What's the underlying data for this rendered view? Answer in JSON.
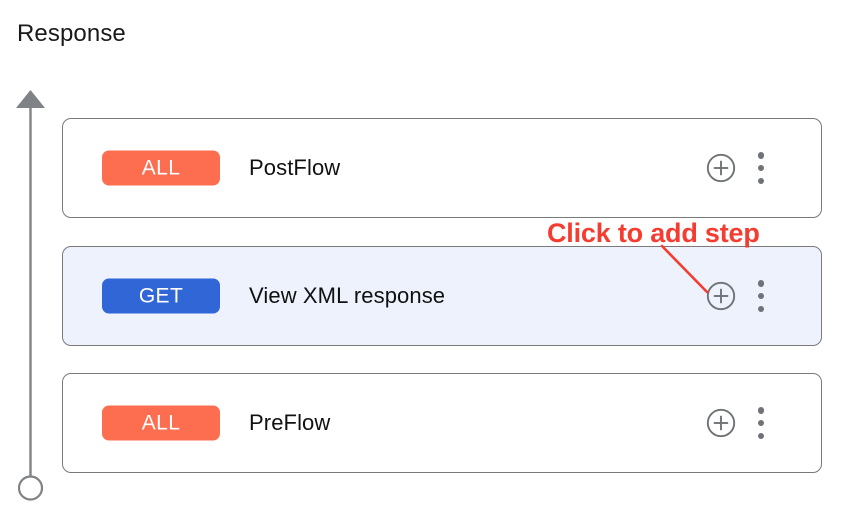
{
  "page": {
    "title": "Response"
  },
  "colors": {
    "badge_all": "#fc6e4f",
    "badge_get": "#3066d6",
    "selected_row_bg": "#edf2fd",
    "card_border": "#7a7a7a",
    "icon_gray": "#6f7277",
    "annotation_red": "#f43c30"
  },
  "flow_axis": {
    "direction_icon": "arrow-up-icon",
    "endpoint_icon": "circle-endpoint-icon"
  },
  "steps": [
    {
      "id": "postflow",
      "badge": "ALL",
      "badge_type": "all",
      "name": "PostFlow",
      "selected": false,
      "add_icon": "plus-circle-icon",
      "menu_icon": "more-vertical-icon"
    },
    {
      "id": "viewxml",
      "badge": "GET",
      "badge_type": "get",
      "name": "View XML response",
      "selected": true,
      "add_icon": "plus-circle-icon",
      "menu_icon": "more-vertical-icon"
    },
    {
      "id": "preflow",
      "badge": "ALL",
      "badge_type": "all",
      "name": "PreFlow",
      "selected": false,
      "add_icon": "plus-circle-icon",
      "menu_icon": "more-vertical-icon"
    }
  ],
  "annotation": {
    "text": "Click to add step",
    "pointer_icon": "callout-line-icon"
  }
}
